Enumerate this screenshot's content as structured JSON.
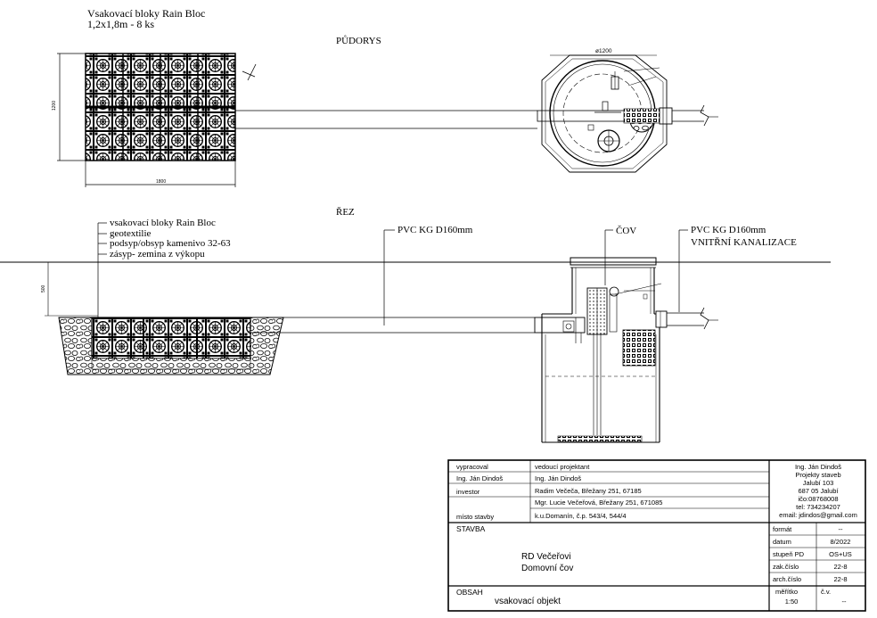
{
  "notes": {
    "title_line1": "Vsakovací bloky Rain Bloc",
    "title_line2": "1,2x1,8m - 8 ks",
    "plan_title": "PŮDORYS",
    "section_title": "ŘEZ",
    "dim_height": "1200",
    "dim_width": "1800",
    "dim_section": "500",
    "dim_diameter": "ø1200",
    "layers": [
      "vsakovací bloky Rain Bloc",
      "geotextilie",
      "podsyp/obsyp kamenivo 32-63",
      "zásyp- zemina z výkopu"
    ],
    "pipe_label": "PVC KG D160mm",
    "cov_label": "ČOV",
    "pipe_label_right": "PVC KG D160mm",
    "internal_sewer": "VNITŘNÍ KANALIZACE"
  },
  "titleblock": {
    "r1c1": "vypracoval",
    "r1c2": "vedoucí projektant",
    "r2c1": "Ing. Ján Dindoš",
    "r2c2": "Ing. Ján Dindoš",
    "r3c1": "investor",
    "r3c2": "Radim Večeča, Břežany 251, 67185",
    "r4c2": "Mgr. Lucie Večeřová, Břežany 251, 671085",
    "r5c1": "místo stavby",
    "r5c2": "k.u.Domanín, č.p. 543/4, 544/4",
    "company": [
      "Ing. Ján Dindoš",
      "Projekty staveb",
      "Jalubí 103",
      "687 05 Jalubí",
      "ičo:08768008",
      "tel: 734234207",
      "email: jdindos@gmail.com"
    ],
    "stavba_label": "STAVBA",
    "stavba_line1": "RD Večeřovi",
    "stavba_line2": "Domovní čov",
    "obsah_label": "OBSAH",
    "obsah_value": "vsakovací objekt",
    "format_label": "formát",
    "format_value": "--",
    "datum_label": "datum",
    "datum_value": "8/2022",
    "stupen_label": "stupeň PD",
    "stupen_value": "OS+US",
    "zak_label": "zak.číslo",
    "zak_value": "22-8",
    "arch_label": "arch.číslo",
    "arch_value": "22-8",
    "meritko_label": "měřítko",
    "meritko_value": "1:50",
    "cv_label": "č.v.",
    "cv_value": "--"
  }
}
